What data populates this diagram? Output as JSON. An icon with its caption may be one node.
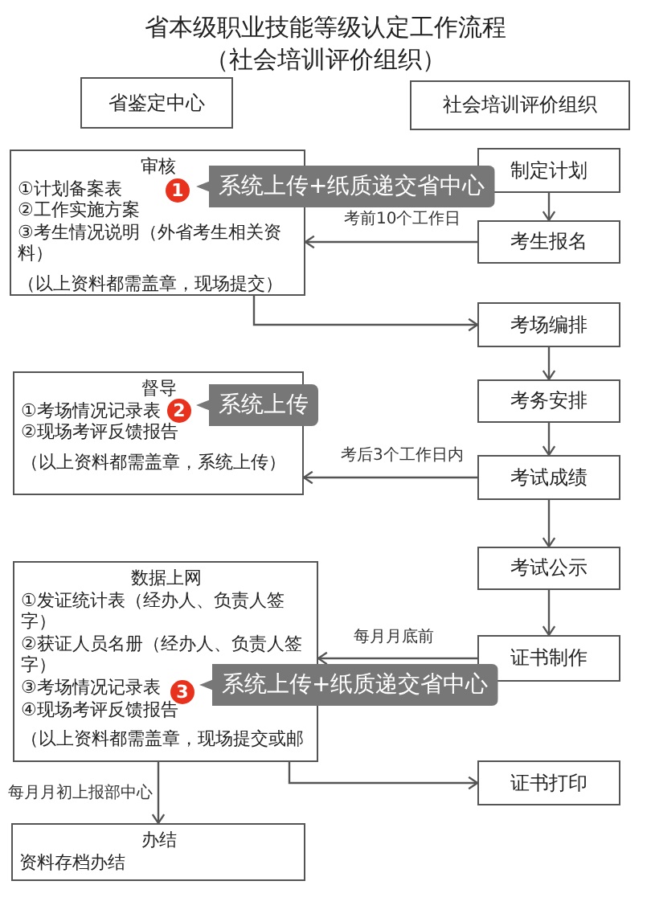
{
  "diagram": {
    "title": "省本级职业技能等级认定工作流程",
    "nodes": [
      {
        "text": [
          "省鉴定中心"
        ]
      },
      {
        "text": [
          "社会培训评价组织"
        ]
      },
      {
        "text": [
          "审核",
          "①计划备案表",
          "②工作实施方案",
          "③考生情况说明（外省考生相关资料）",
          "（以上资料都需盖章，现场提交）"
        ]
      },
      {
        "text": [
          "制定计划"
        ]
      },
      {
        "text": [
          "考生报名"
        ]
      },
      {
        "text": [
          "考场编排"
        ]
      },
      {
        "text": [
          "督导",
          "①考场情况记录表",
          "②现场考评反馈报告",
          "（以上资料都需盖章，系统上传）"
        ]
      },
      {
        "text": [
          "考务安排"
        ]
      },
      {
        "text": [
          "考试成绩"
        ]
      },
      {
        "text": [
          "考试公示"
        ]
      },
      {
        "text": [
          "数据上网",
          "①发证统计表（经办人、负责人签字）",
          "②获证人员名册（经办人、负责人签字）",
          "③考场情况记录表",
          "④现场考评反馈报告",
          "（以上资料都需盖章，现场提交或邮"
        ]
      },
      {
        "text": [
          "证书制作"
        ]
      },
      {
        "text": [
          "证书打印"
        ]
      },
      {
        "text": [
          "办结",
          "资料存档办结"
        ]
      }
    ],
    "edges": [
      {
        "from": 3,
        "to": 4,
        "arrow": "to"
      },
      {
        "from": 4,
        "to": 2,
        "arrow": "to",
        "label": "考前10个工作日"
      },
      {
        "from": 2,
        "to": 5,
        "arrow": "to"
      },
      {
        "from": 5,
        "to": 7,
        "arrow": "to"
      },
      {
        "from": 7,
        "to": 8,
        "arrow": "to"
      },
      {
        "from": 8,
        "to": 6,
        "arrow": "to",
        "label": "考后3个工作日内"
      },
      {
        "from": 8,
        "to": 9,
        "arrow": "to"
      },
      {
        "from": 9,
        "to": 11,
        "arrow": "to"
      },
      {
        "from": 11,
        "to": 10,
        "arrow": "to",
        "label": "每月月底前"
      },
      {
        "from": 10,
        "to": 12,
        "arrow": "to"
      },
      {
        "from": 10,
        "to": 13,
        "arrow": "to",
        "label": "每月月初上报部中心"
      }
    ],
    "labels": [
      "（社会培训评价组织）",
      "1",
      "系统上传+纸质递交省中心",
      "2",
      "系统上传",
      "3",
      "系统上传+纸质递交省中心"
    ]
  }
}
